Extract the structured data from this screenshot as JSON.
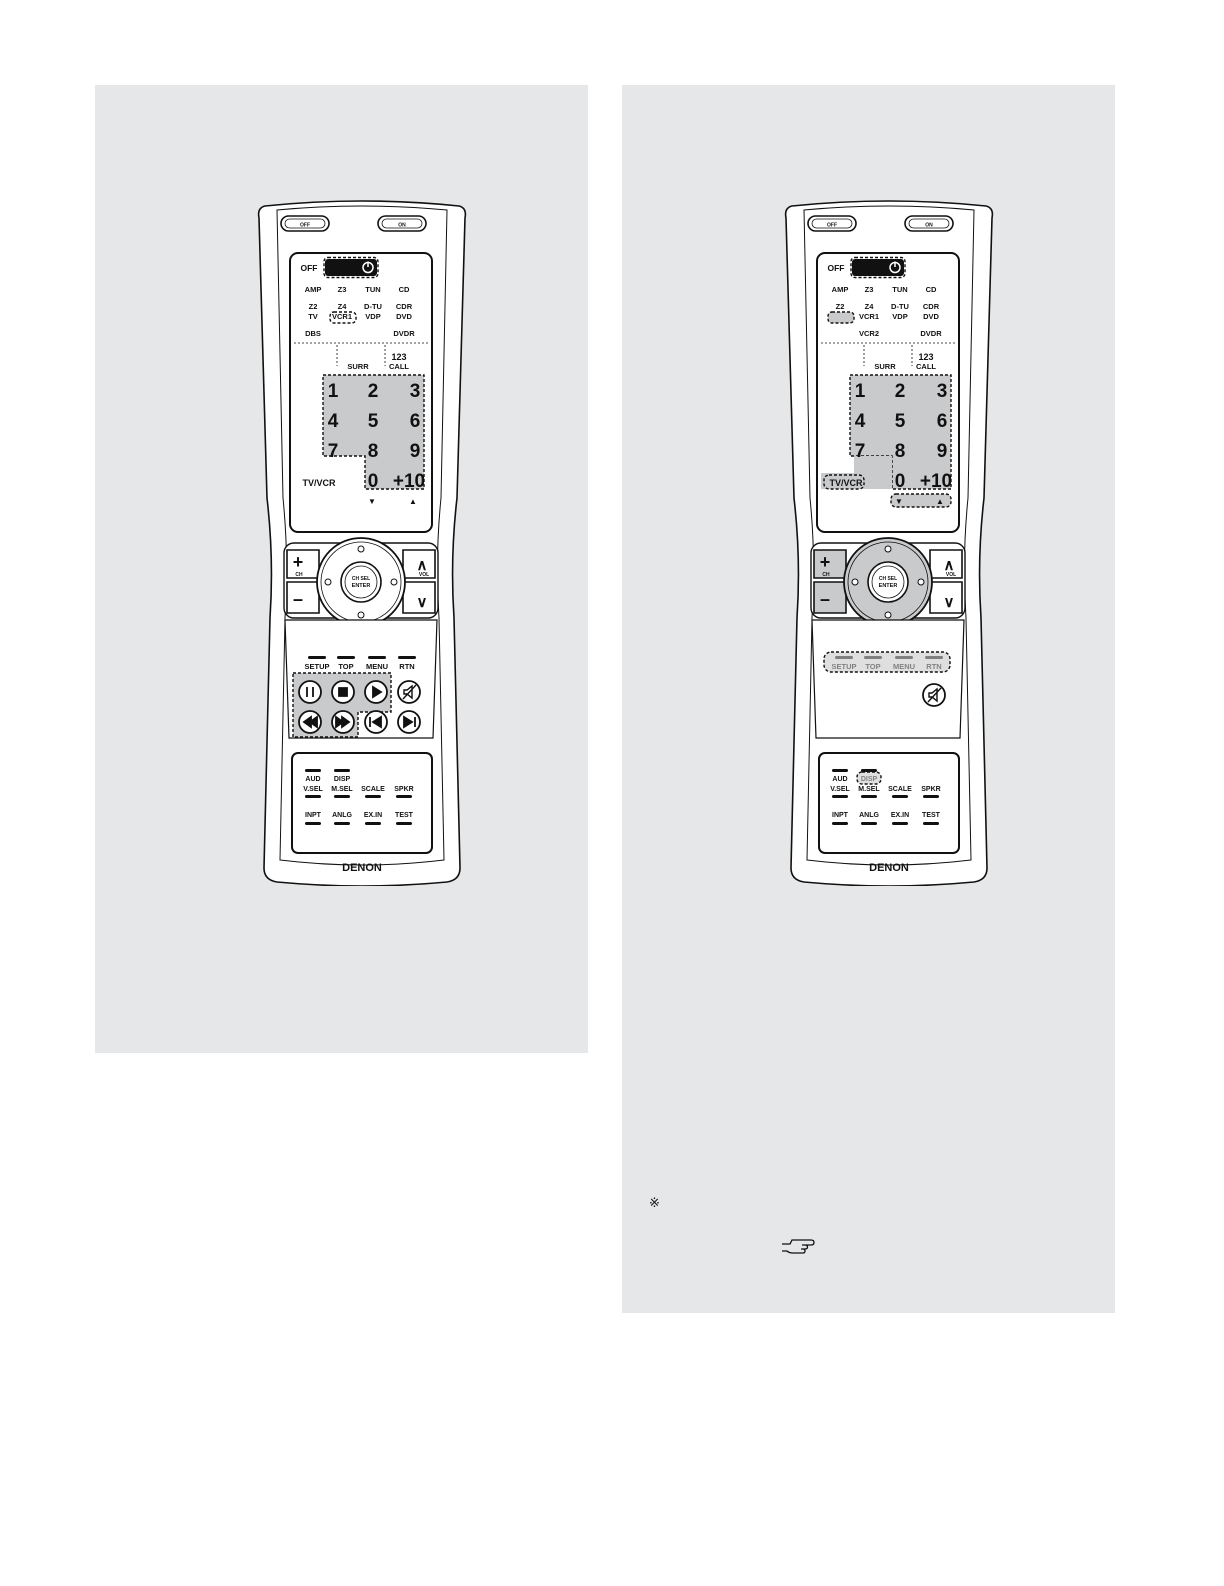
{
  "note_mark": "※",
  "remotes": [
    {
      "id": "left",
      "top_buttons": [
        "OFF",
        "ON"
      ],
      "screen": {
        "power_row": [
          "OFF",
          "SRC ON"
        ],
        "source_row1": [
          "AMP",
          "Z3",
          "TUN",
          "CD"
        ],
        "source_row2": [
          [
            "Z2",
            "TV"
          ],
          [
            "Z4",
            "VCR1"
          ],
          [
            "D-TU",
            "VDP"
          ],
          [
            "CDR",
            "DVD"
          ]
        ],
        "source_row3": [
          "DBS",
          "",
          "",
          "DVDR"
        ],
        "mode_row": [
          "SURR",
          "123",
          "CALL"
        ],
        "digits": [
          "1",
          "2",
          "3",
          "4",
          "5",
          "6",
          "7",
          "8",
          "9",
          "0",
          "+10"
        ],
        "tv_vcr": "TV/VCR",
        "arrows": [
          "▼",
          "▲"
        ]
      },
      "nav": {
        "ch": "CH",
        "vol": "VOL",
        "center": [
          "CH SEL",
          "ENTER"
        ]
      },
      "menu_keys": [
        "SETUP",
        "TOP",
        "MENU",
        "RTN"
      ],
      "lower_keys_row1": [
        [
          "AUD",
          "V.SEL"
        ],
        [
          "DISP",
          "M.SEL"
        ],
        [
          "",
          "SCALE"
        ],
        [
          "",
          "SPKR"
        ]
      ],
      "lower_keys_row2": [
        "INPT",
        "ANLG",
        "EX.IN",
        "TEST"
      ],
      "brand": "DENON"
    },
    {
      "id": "right",
      "top_buttons": [
        "OFF",
        "ON"
      ],
      "screen": {
        "power_row": [
          "OFF",
          "SRC ON"
        ],
        "source_row1": [
          "AMP",
          "Z3",
          "TUN",
          "CD"
        ],
        "source_row2": [
          [
            "Z2",
            "TV"
          ],
          [
            "Z4",
            "VCR1"
          ],
          [
            "D-TU",
            "VDP"
          ],
          [
            "CDR",
            "DVD"
          ]
        ],
        "source_row3": [
          "",
          "VCR2",
          "",
          "DVDR"
        ],
        "mode_row": [
          "SURR",
          "123",
          "CALL"
        ],
        "digits": [
          "1",
          "2",
          "3",
          "4",
          "5",
          "6",
          "7",
          "8",
          "9",
          "0",
          "+10"
        ],
        "tv_vcr": "TV/VCR",
        "arrows": [
          "▼",
          "▲"
        ]
      },
      "nav": {
        "ch": "CH",
        "vol": "VOL",
        "center": [
          "CH SEL",
          "ENTER"
        ]
      },
      "menu_keys": [
        "SETUP",
        "TOP",
        "MENU",
        "RTN"
      ],
      "lower_keys_row1": [
        [
          "AUD",
          "V.SEL"
        ],
        [
          "DISP",
          "M.SEL"
        ],
        [
          "",
          "SCALE"
        ],
        [
          "",
          "SPKR"
        ]
      ],
      "lower_keys_row2": [
        "INPT",
        "ANLG",
        "EX.IN",
        "TEST"
      ],
      "brand": "DENON"
    }
  ]
}
